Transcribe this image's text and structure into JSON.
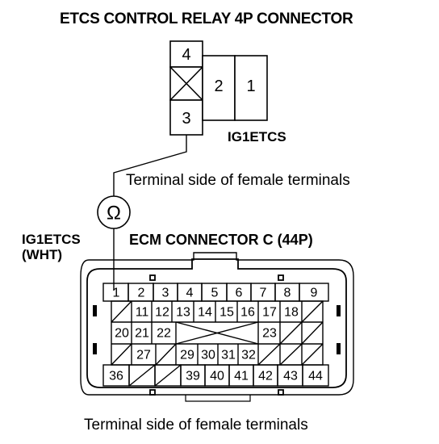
{
  "relay": {
    "title": "ETCS CONTROL RELAY 4P CONNECTOR",
    "pins": {
      "p4": "4",
      "p2": "2",
      "p1": "1",
      "p3": "3"
    },
    "wire_label": "IG1ETCS",
    "side_note": "Terminal side of female terminals"
  },
  "meter": {
    "symbol": "Ω"
  },
  "ecm": {
    "wire_label_line1": "IG1ETCS",
    "wire_label_line2": "(WHT)",
    "title": "ECM CONNECTOR C (44P)",
    "pins": {
      "p1": "1",
      "p2": "2",
      "p3": "3",
      "p4": "4",
      "p5": "5",
      "p6": "6",
      "p7": "7",
      "p8": "8",
      "p9": "9",
      "p11": "11",
      "p12": "12",
      "p13": "13",
      "p14": "14",
      "p15": "15",
      "p16": "16",
      "p17": "17",
      "p18": "18",
      "p20": "20",
      "p21": "21",
      "p22": "22",
      "p23": "23",
      "p27": "27",
      "p29": "29",
      "p30": "30",
      "p31": "31",
      "p32": "32",
      "p36": "36",
      "p39": "39",
      "p40": "40",
      "p41": "41",
      "p42": "42",
      "p43": "43",
      "p44": "44"
    },
    "side_note": "Terminal side of female terminals"
  }
}
